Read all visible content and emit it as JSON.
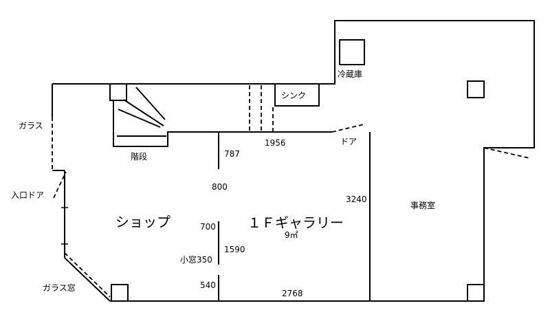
{
  "labels": {
    "refrigerator": "冷蔵庫",
    "sink": "シンク",
    "glass_left": "ガラス",
    "stairs": "階段",
    "entrance_door": "入口ドア",
    "shop": "ショップ",
    "gallery": "１Ｆギャラリー",
    "gallery_area": "9㎡",
    "office": "事務室",
    "door": "ドア",
    "glass_window": "ガラス窓",
    "small_window": "小窓350"
  },
  "dimensions": {
    "d787": "787",
    "d1956": "1956",
    "d800": "800",
    "d3240": "3240",
    "d700": "700",
    "d1590": "1590",
    "d540": "540",
    "d2768": "2768"
  }
}
